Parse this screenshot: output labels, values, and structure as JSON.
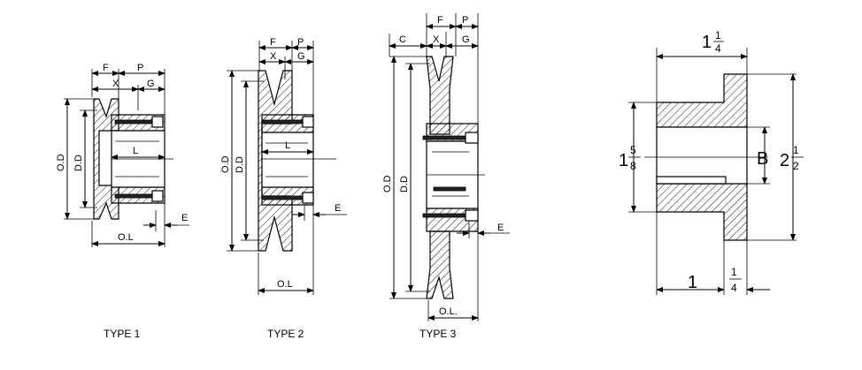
{
  "labels": {
    "F": "F",
    "P": "P",
    "X": "X",
    "G": "G",
    "C": "C",
    "OD": "O.D",
    "DD": "D.D",
    "L": "L",
    "E": "E",
    "OL": "O.L",
    "OLdot": "O.L."
  },
  "captions": {
    "type1": "TYPE 1",
    "type2": "TYPE 2",
    "type3": "TYPE 3"
  },
  "detail": {
    "top_whole": "1",
    "top_num": "1",
    "top_den": "4",
    "left_whole": "1",
    "left_num": "5",
    "left_den": "8",
    "bore": "B",
    "right_whole": "2",
    "right_num": "1",
    "right_den": "2",
    "bottom_whole": "1",
    "bottom_num": "1",
    "bottom_den": "4"
  }
}
